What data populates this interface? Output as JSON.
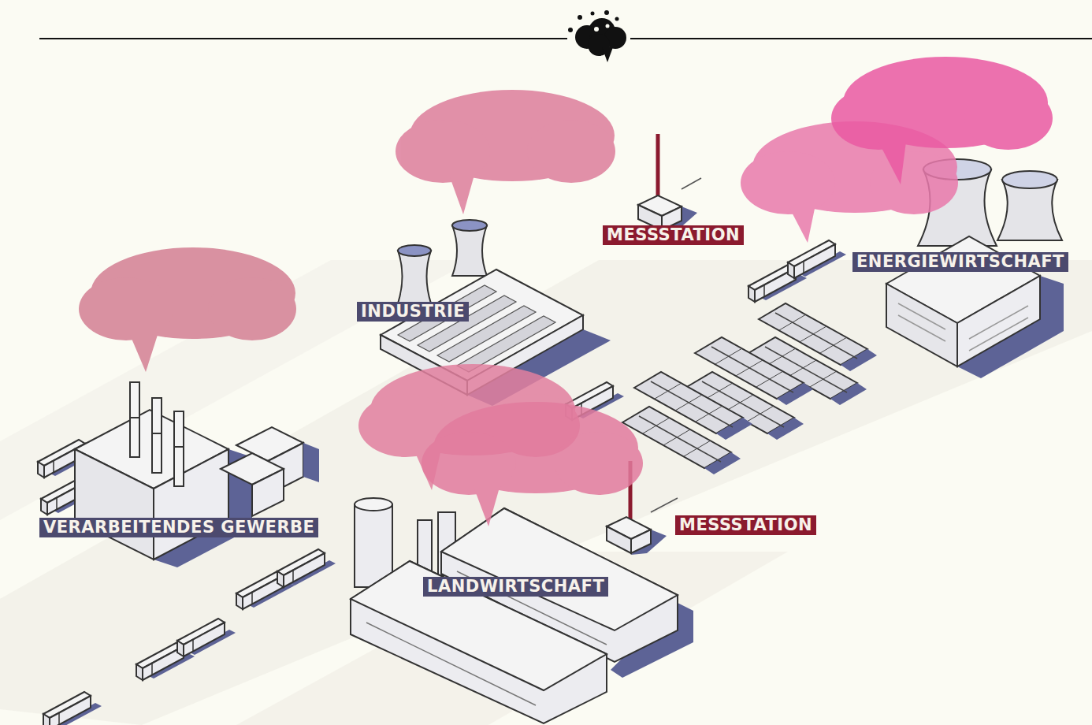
{
  "diagram": {
    "nodes": [
      {
        "text": [
          "MESSSTATION"
        ]
      },
      {
        "text": [
          "ENERGIEWIRTSCHAFT"
        ]
      },
      {
        "text": [
          "INDUSTRIE"
        ]
      },
      {
        "text": [
          "VERARBEITENDES GEWERBE"
        ]
      },
      {
        "text": [
          "MESSSTATION"
        ]
      },
      {
        "text": [
          "LANDWIRTSCHAFT"
        ]
      }
    ]
  }
}
